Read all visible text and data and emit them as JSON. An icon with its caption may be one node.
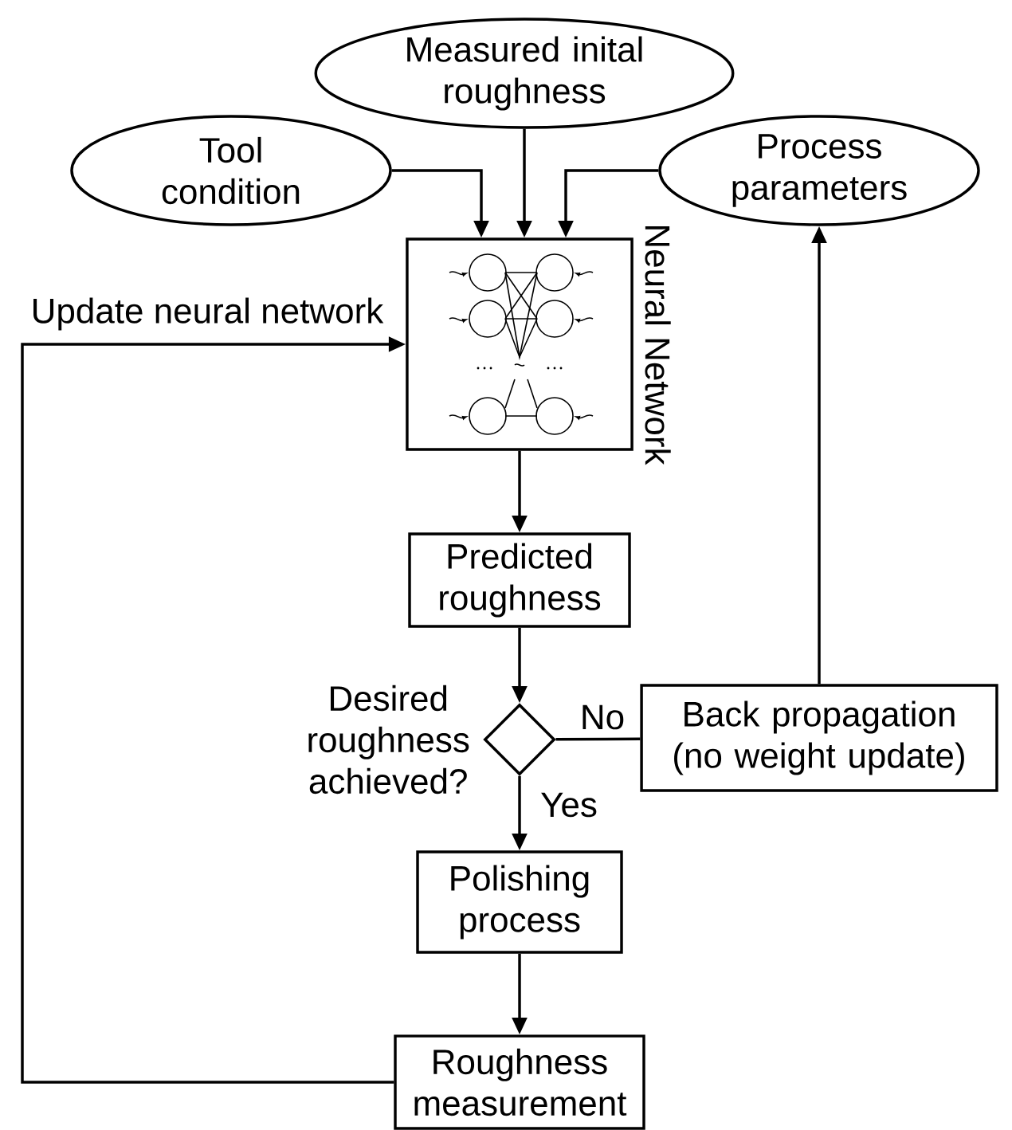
{
  "diagram": {
    "nodes": [
      {
        "text": [
          "Tool condition"
        ]
      },
      {
        "text": [
          "Measured inital roughness"
        ]
      },
      {
        "text": [
          "Process parameters"
        ]
      },
      {
        "text": [
          "Neural Network"
        ]
      },
      {
        "text": [
          "Predicted roughness"
        ]
      },
      {
        "text": [],
        "shape": "diamond",
        "beside": [
          "Desired roughness achieved?"
        ]
      },
      {
        "text": [
          "Back propagation (no weight update)"
        ]
      },
      {
        "text": [
          "Polishing process"
        ]
      },
      {
        "text": [
          "Roughness measurement"
        ]
      }
    ],
    "edges": [
      {
        "from": 0,
        "to": 3,
        "arrow": "to"
      },
      {
        "from": 1,
        "to": 3,
        "arrow": "to"
      },
      {
        "from": 2,
        "to": 3,
        "arrow": "to"
      },
      {
        "from": 3,
        "to": 4,
        "arrow": "to"
      },
      {
        "from": 4,
        "to": 5,
        "arrow": "to"
      },
      {
        "from": 5,
        "to": 6,
        "arrow": "none",
        "label": "No"
      },
      {
        "from": 6,
        "to": 2,
        "arrow": "to"
      },
      {
        "from": 5,
        "to": 7,
        "arrow": "to",
        "label": "Yes"
      },
      {
        "from": 7,
        "to": 8,
        "arrow": "to"
      },
      {
        "from": 8,
        "to": 3,
        "arrow": "to",
        "label": "Update neural network"
      }
    ]
  }
}
